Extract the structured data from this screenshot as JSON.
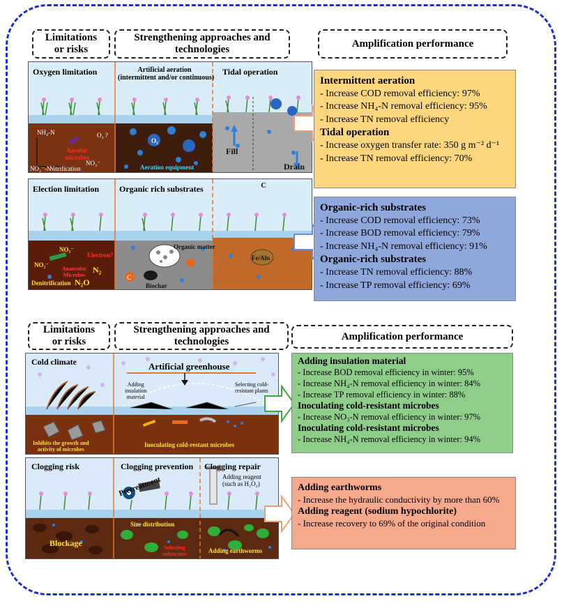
{
  "headers": {
    "limitations": "Limitations\nor risks",
    "strengthening": "Strengthening approaches and\ntechnologies",
    "amplification": "Amplification performance"
  },
  "panels": {
    "p1": {
      "a": "Oxygen limitation",
      "b": "Artificial aeration\n(intermittent and/or continuous)",
      "c": "Tidal operation",
      "nh4": "NH₄-N",
      "o2q": "O₂ ?",
      "aerobic": "Aerobic\nmicrobes",
      "nitrification": "Nitrification",
      "nitrification_v": "Nitrification",
      "no2": "NO₂⁻-N",
      "no3": "NO₃⁻",
      "aeration_equipment": "Aeration equipment",
      "o2": "O₂",
      "fill": "Fill",
      "drain": "Drain"
    },
    "p2": {
      "a": "Election limitation",
      "b": "Organic rich substrates",
      "c": "C",
      "no3": "NO₃⁻",
      "no2": "NO₂⁻",
      "electron": "Electron?",
      "anaerobic": "Anaerobic\nMicrobes",
      "n2": "N₂",
      "denitrification": "Denitrification",
      "n2o": "N₂O",
      "organic_matter": "Organic matter",
      "biochar": "Biochar",
      "fealn": "Fe/Aln"
    },
    "p3": {
      "a": "Cold climate",
      "greenhouse": "Artificial greenhouse",
      "insulation": "Adding\ninsulation\nmaterial",
      "selecting": "Selecting cold-\nresistant plants",
      "inhibits": "Inhibits the growth and\nactivity of microbes",
      "inoculating": "Inoculating cold-restant microbes"
    },
    "p4": {
      "a": "Clogging risk",
      "b": "Clogging prevention",
      "c": "Clogging repair",
      "pretreatment": "Pretreatment",
      "reagent": "Adding reagent\n(such as H₂O₂)",
      "blockage": "Blockage",
      "size": "Size distribution",
      "selecting": "Selecting\nsubstrates",
      "earthworms": "Adding earthworms"
    }
  },
  "boxes": {
    "b1": {
      "color": "#fcd77f",
      "h1": "Intermittent aeration",
      "items1": [
        "- Increase COD removal efficiency: 97%",
        "- Increase NH₄-N removal efficiency: 95%",
        "- Increase TN removal efficiency"
      ],
      "h2": "Tidal operation",
      "items2": [
        "- Increase oxygen transfer rate: 350 g m⁻² d⁻¹",
        "- Increase TN removal efficiency: 70%"
      ]
    },
    "b2": {
      "color": "#8fa8db",
      "h1": "Organic-rich substrates",
      "items1": [
        "- Increase COD removal efficiency: 73%",
        "- Increase BOD removal efficiency: 79%",
        "- Increase NH₄-N removal efficiency: 91%"
      ],
      "h2": "Organic-rich substrates",
      "items2": [
        "- Increase TN removal efficiency: 88%",
        "- Increase TP removal efficiency: 69%"
      ]
    },
    "b3": {
      "color": "#8fce8a",
      "h1": "Adding insulation material",
      "items1": [
        "- Increase BOD removal efficiency in winter: 95%",
        "- Increase NH₄-N removal efficiency in winter: 84%",
        "- Increase TP removal efficiency in winter: 88%"
      ],
      "h2": "Inoculating cold-resistant microbes",
      "items2": [
        "- Increase NO₃-N removal efficiency in winter: 97%"
      ],
      "h3": "Inoculating cold-resistant microbes",
      "items3": [
        "- Increase NH₄-N removal efficiency in winter: 94%"
      ]
    },
    "b4": {
      "color": "#f7a98e",
      "h1": "Adding earthworms",
      "items1": [
        "- Increase the hydraulic conductivity by more than 60%"
      ],
      "h2": "Adding reagent (sodium hypochlorite)",
      "items2": [
        "- Increase recovery to 69% of the original condition"
      ]
    }
  }
}
